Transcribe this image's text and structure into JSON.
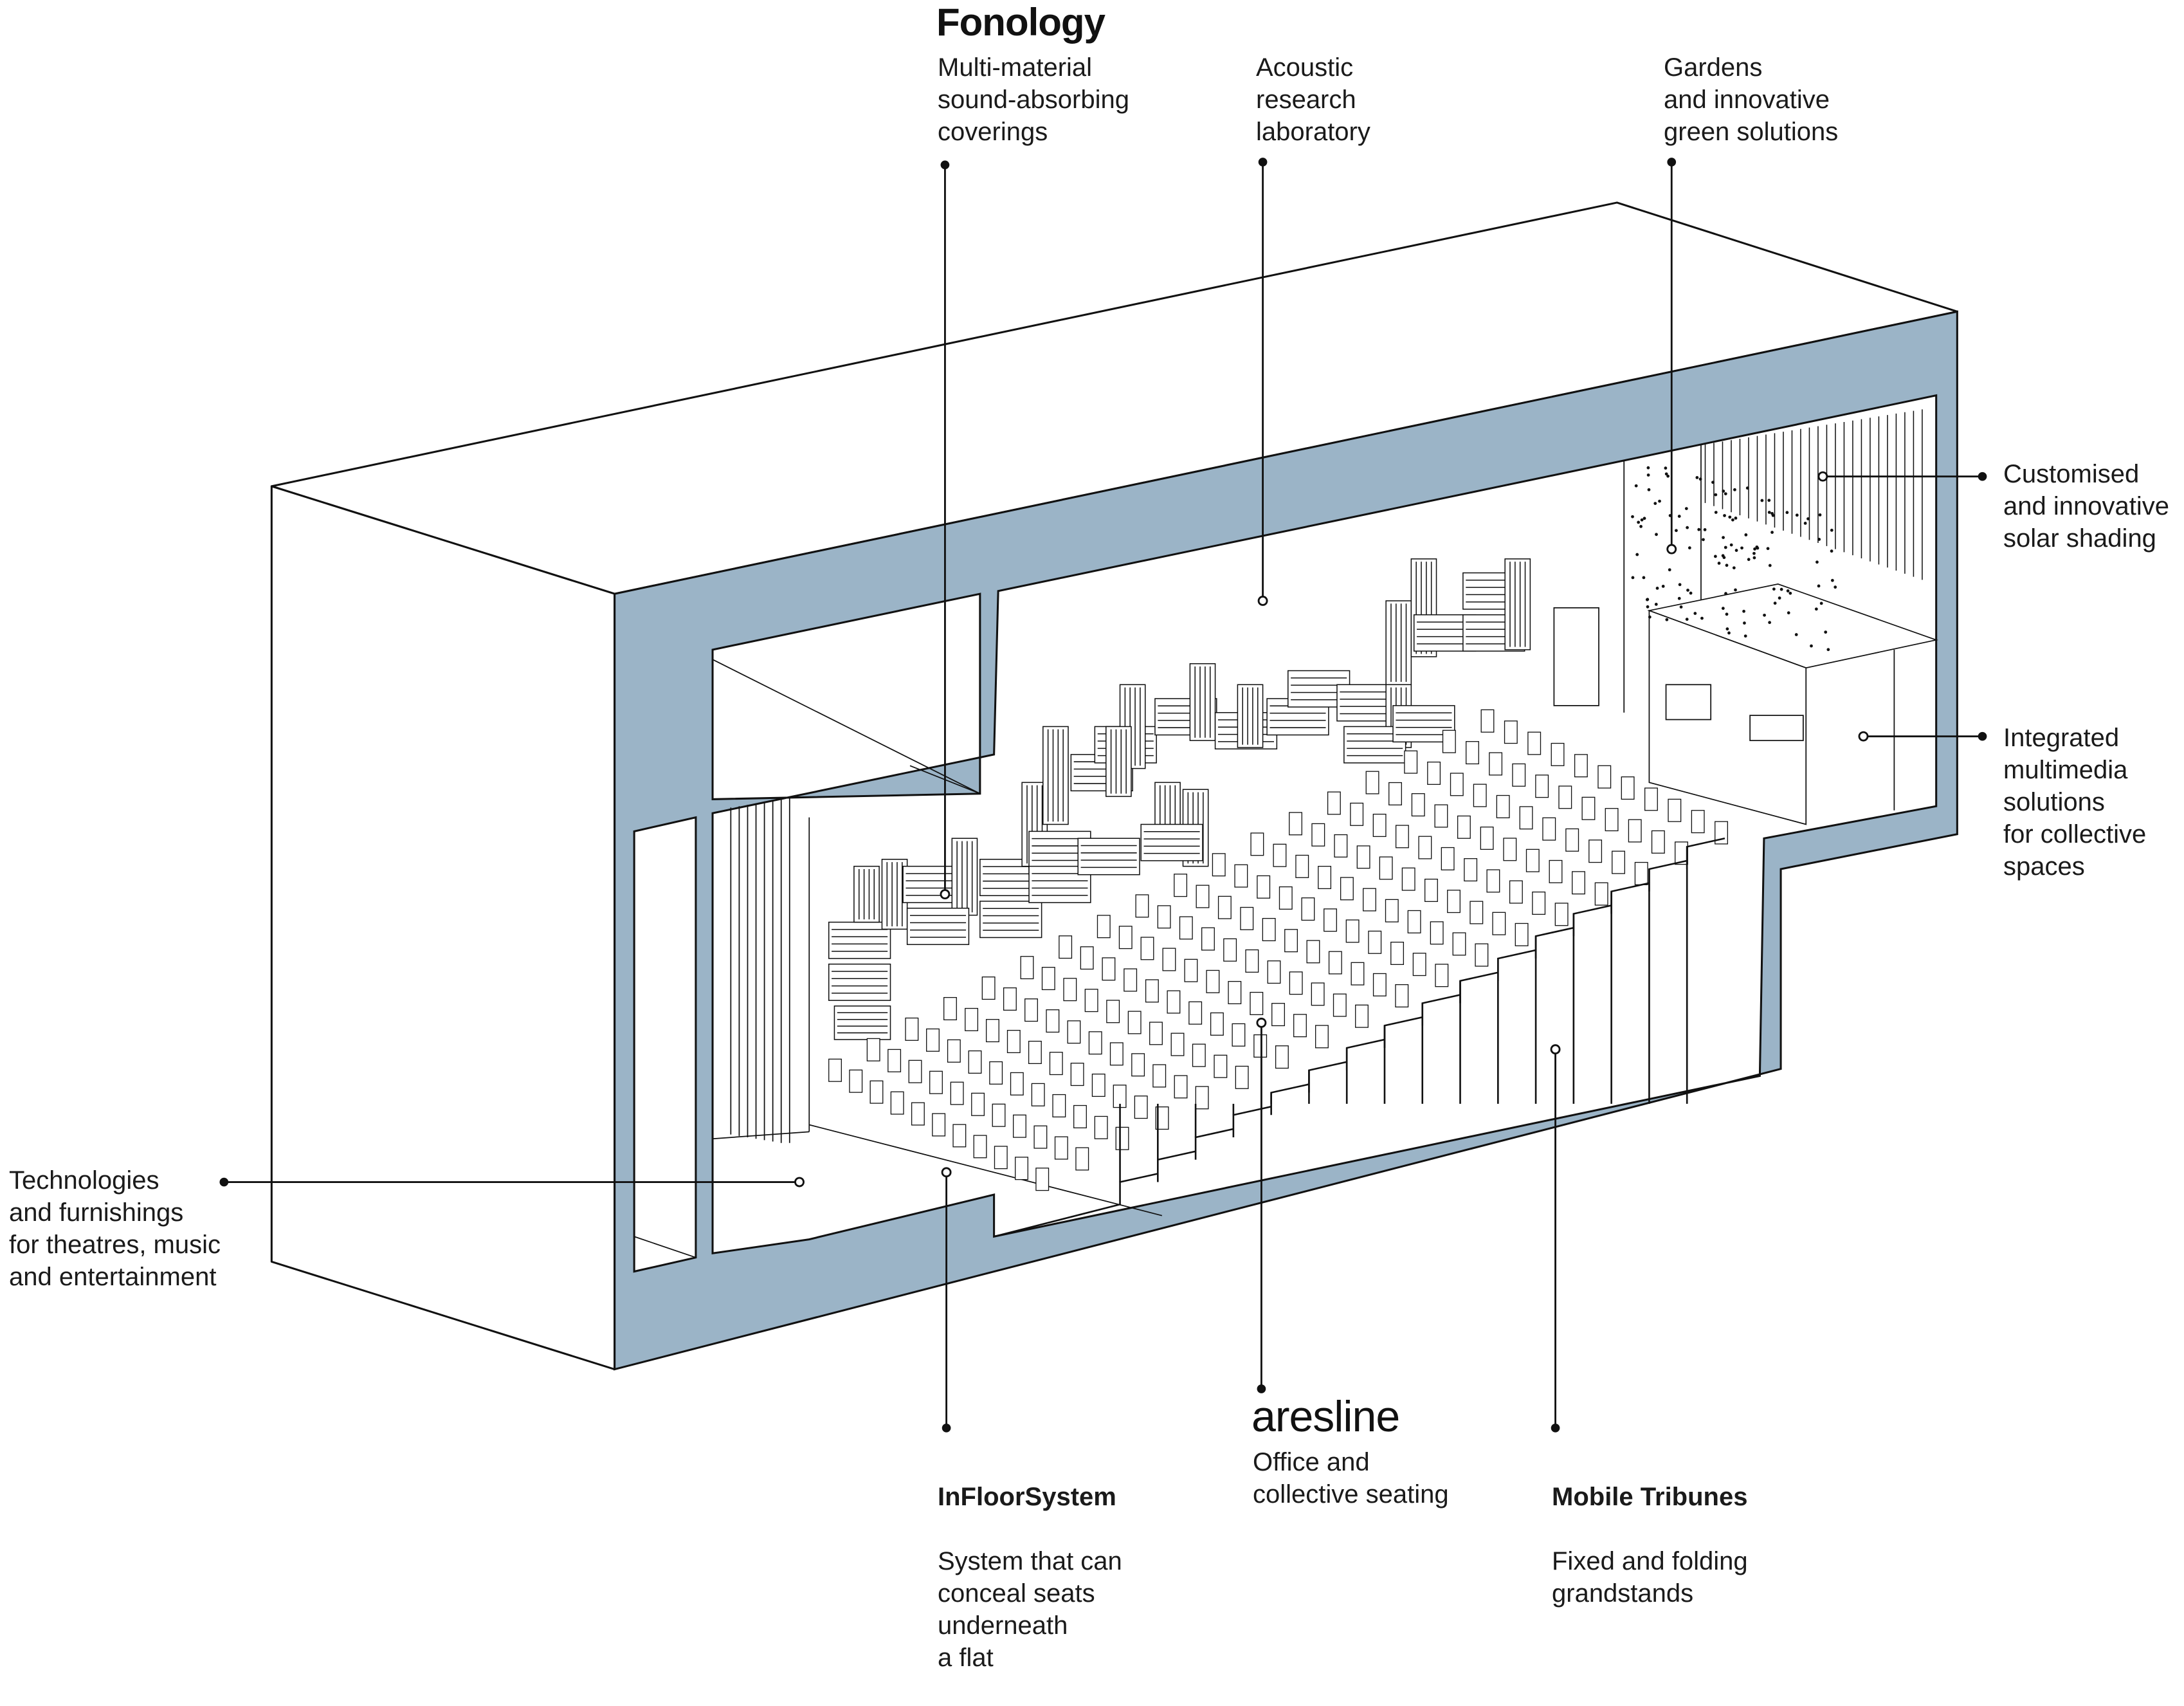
{
  "colors": {
    "wall": "#9bb4c7",
    "line": "#111111",
    "panel": "#ffffff"
  },
  "labels": {
    "fonology_brand": "Fonology",
    "fonology_desc": "Multi-material\nsound-absorbing\ncoverings",
    "acoustic": "Acoustic\nresearch\nlaboratory",
    "gardens": "Gardens\nand innovative\ngreen solutions",
    "solar": "Customised\nand innovative\nsolar shading",
    "multimedia": "Integrated\nmultimedia\nsolutions\nfor collective\nspaces",
    "theatre_tech": "Technologies\nand furnishings\nfor theatres, music\nand entertainment",
    "infloor_title": "InFloorSystem",
    "infloor_desc": "System that can\nconceal seats\nunderneath\na flat",
    "aresline_brand": "aresline",
    "aresline_desc": "Office and\ncollective seating",
    "tribunes_title": "Mobile Tribunes",
    "tribunes_desc": "Fixed and folding\ngrandstands"
  }
}
